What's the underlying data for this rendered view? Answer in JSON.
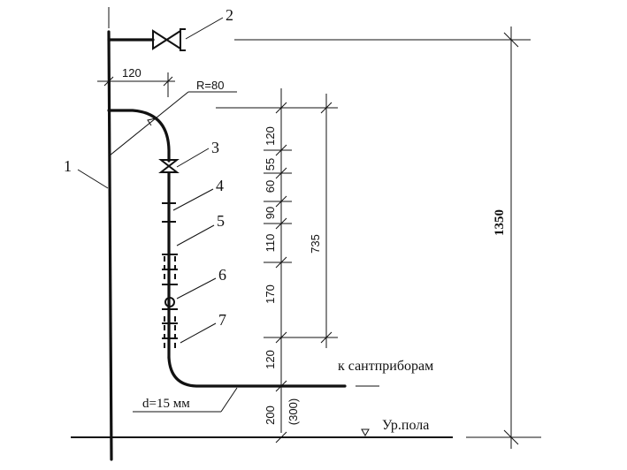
{
  "callouts": [
    "1",
    "2",
    "3",
    "4",
    "5",
    "6",
    "7"
  ],
  "labels": {
    "radius": "R=80",
    "diameter": "d=15 мм",
    "to_fixtures": "к сантприборам",
    "floor": "Ур.пола"
  },
  "dims": {
    "branch_offset": "120",
    "total_height": "1350",
    "segments": [
      "120",
      "55",
      "60",
      "90",
      "110",
      "170",
      "120"
    ],
    "span": "735",
    "floor_gap": "200",
    "floor_gap_alt": "(300)"
  }
}
